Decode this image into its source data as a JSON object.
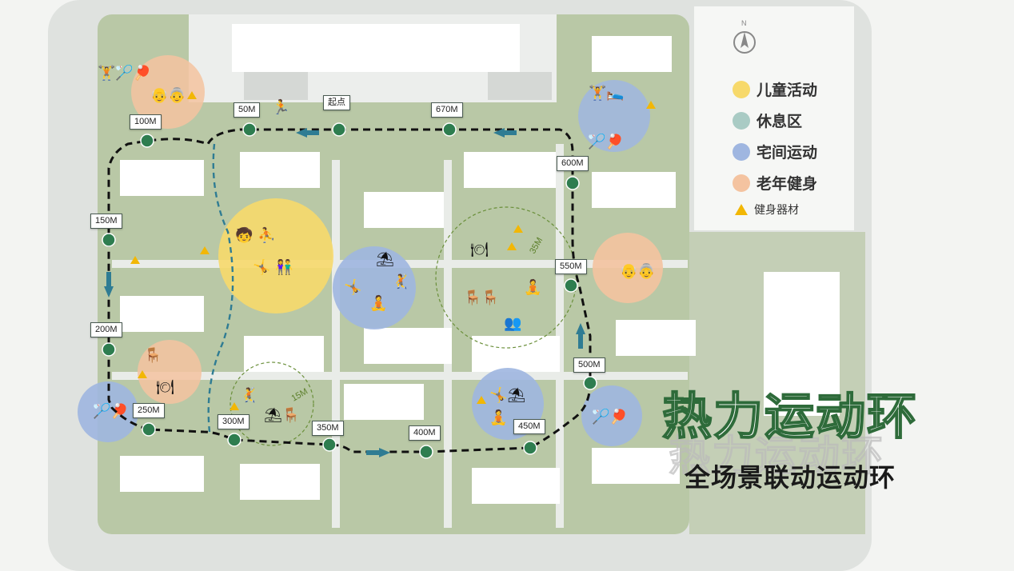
{
  "legend": {
    "compass_letter": "N",
    "items": [
      {
        "label": "儿童活动",
        "color": "#f7d96b"
      },
      {
        "label": "休息区",
        "color": "#a9cbc4"
      },
      {
        "label": "宅间运动",
        "color": "#9fb6e0"
      },
      {
        "label": "老年健身",
        "color": "#f4c3a0"
      }
    ],
    "equipment_label": "健身器材",
    "equipment_color": "#f2b705"
  },
  "title": {
    "main": "热力运动环",
    "subtitle": "全场景联动运动环"
  },
  "markers": {
    "start": "起点",
    "m50": "50M",
    "m100": "100M",
    "m150": "150M",
    "m200": "200M",
    "m250": "250M",
    "m300": "300M",
    "m350": "350M",
    "m400": "400M",
    "m450": "450M",
    "m500": "500M",
    "m550": "550M",
    "m600": "600M",
    "m670": "670M"
  },
  "radius_labels": {
    "r35": "35M",
    "r15": "15M"
  },
  "colors": {
    "route_dash": "#111111",
    "route_arrow": "#2f7c93",
    "marker_dot": "#2e7d4f",
    "green_space": "#b7c7a4",
    "building": "#ffffff",
    "road": "#e4e6e3"
  }
}
